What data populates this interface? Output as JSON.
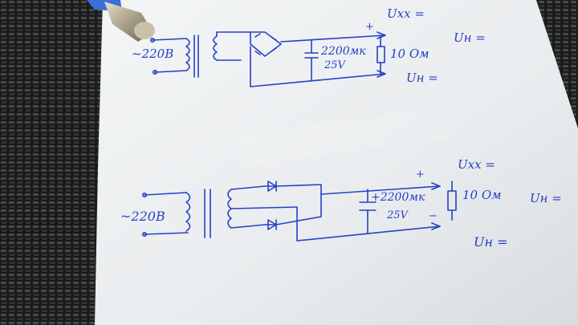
{
  "schematic_top": {
    "mains_voltage": "~220В",
    "capacitor": "2200мк",
    "cap_voltage": "25V",
    "resistor": "10 Ом",
    "plus": "+",
    "u_xx": "Uxx =",
    "u_n_right": "Uн =",
    "u_n_bottom": "Uн ="
  },
  "schematic_bottom": {
    "mains_voltage": "~220В",
    "capacitor": "+2200мк",
    "cap_voltage": "25V",
    "resistor": "10 Ом",
    "plus": "+",
    "minus": "−",
    "u_xx": "Uxx =",
    "u_n_right": "Uн =",
    "u_n_bottom": "Uн ="
  },
  "colors": {
    "ink": "#2740c4",
    "paper": "#eef0f2",
    "fabric": "#1e211f",
    "pen_blue": "#3a6fd8",
    "pen_metal": "#b7b09a"
  }
}
